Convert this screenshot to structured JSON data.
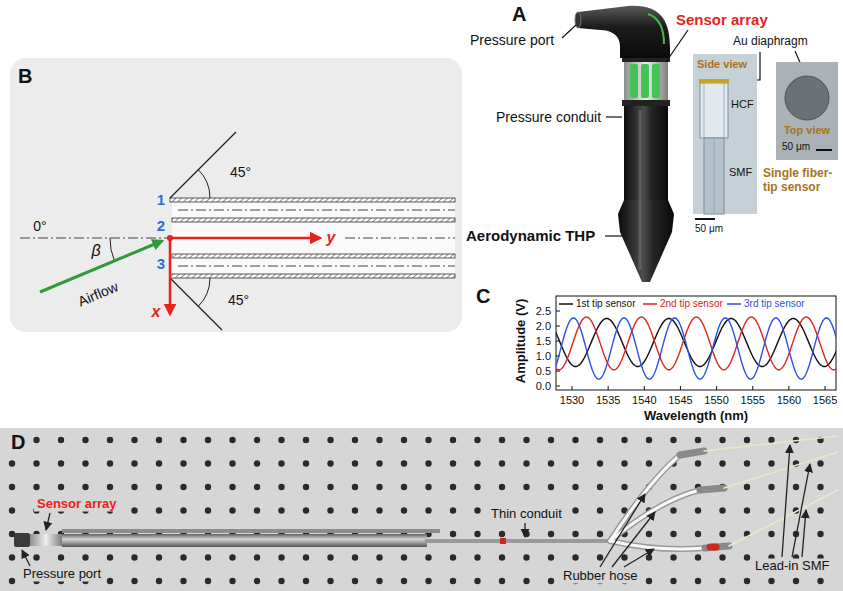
{
  "diagram": {
    "labels": [
      "A",
      "Pressure port",
      "Sensor array",
      "Side view",
      "Au diaphragm",
      "Top view",
      "HCF",
      "SMF",
      "50 μm",
      "50 μm",
      "Single fiber-tip sensor",
      "Pressure conduit",
      "B",
      "1",
      "2",
      "3",
      "45°",
      "0°",
      "β",
      "y",
      "x",
      "Airflow",
      "45°",
      "Aerodynamic THP",
      "C",
      "2.5",
      "2.0",
      "1.5",
      "1.0",
      "0.5",
      "0.0",
      "1530",
      "1535",
      "1540",
      "1545",
      "1550",
      "1555",
      "1560",
      "1565",
      "Amplitude (V)",
      "Wavelength (nm)",
      "D",
      "Sensor array",
      "Pressure port",
      "Thin conduit",
      "Lead-in SMF",
      "Rubber hose"
    ],
    "legend": [
      {
        "text": "1st tip sensor"
      },
      {
        "text": "2nd tip sensor"
      },
      {
        "text": "3rd tip sensor"
      }
    ]
  }
}
